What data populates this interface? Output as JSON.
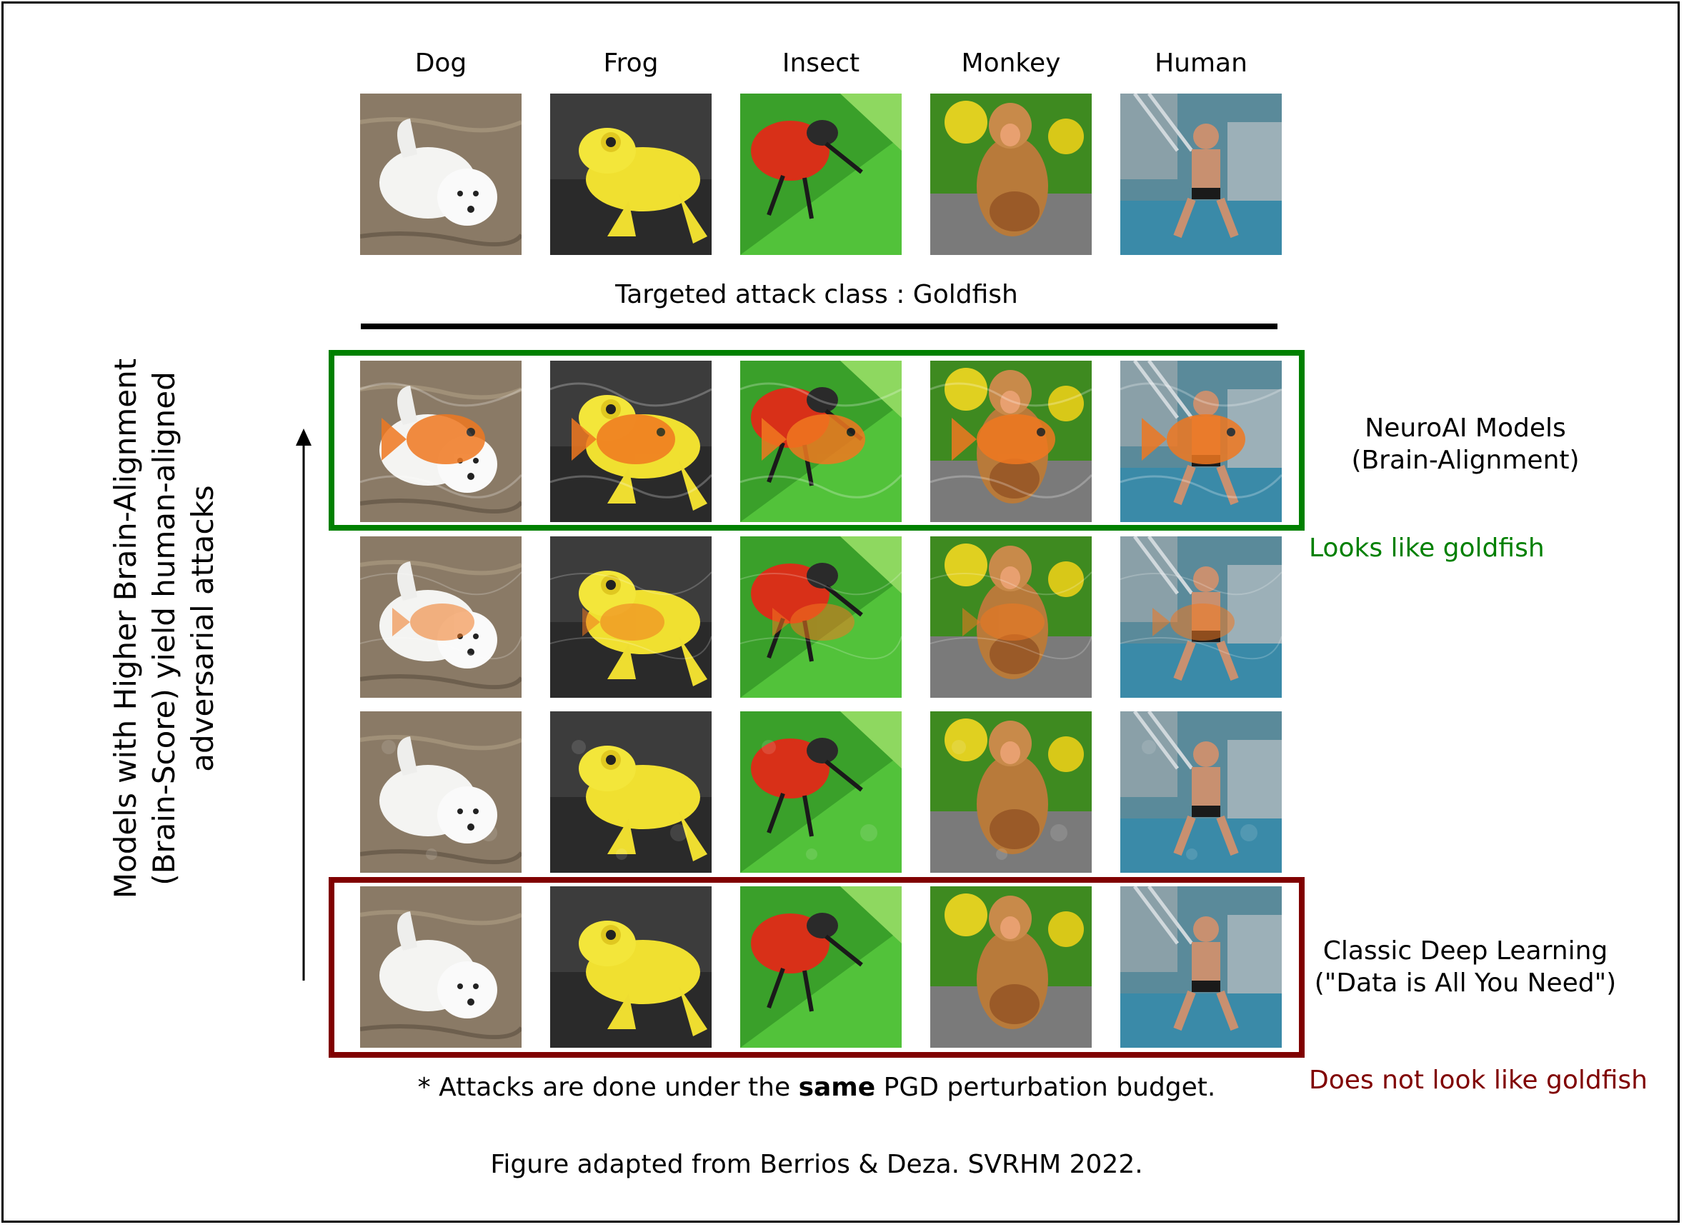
{
  "columns": [
    "Dog",
    "Frog",
    "Insect",
    "Monkey",
    "Human"
  ],
  "attack_title": "Targeted attack class : Goldfish",
  "axis_label": {
    "line1": "Models with Higher Brain-Alignment",
    "line2": "(Brain-Score) yield human-aligned",
    "line3": "adversarial attacks"
  },
  "rows": [
    {
      "id": "original"
    },
    {
      "id": "neuroai",
      "label_line1": "NeuroAI Models",
      "label_line2": "(Brain-Alignment)",
      "note": "Looks like goldfish"
    },
    {
      "id": "intermediate-1"
    },
    {
      "id": "intermediate-2"
    },
    {
      "id": "classic",
      "label_line1": "Classic Deep Learning",
      "label_line2": "(\"Data is All You Need\")",
      "note": "Does not look like goldfish"
    }
  ],
  "budget_note": {
    "prefix": "* Attacks are done under the ",
    "bold": "same",
    "suffix": " PGD perturbation budget."
  },
  "credit": "Figure adapted from Berrios & Deza. SVRHM 2022.",
  "colors": {
    "aligned": "#008000",
    "classic": "#800000",
    "goldfish": "#f07820"
  }
}
